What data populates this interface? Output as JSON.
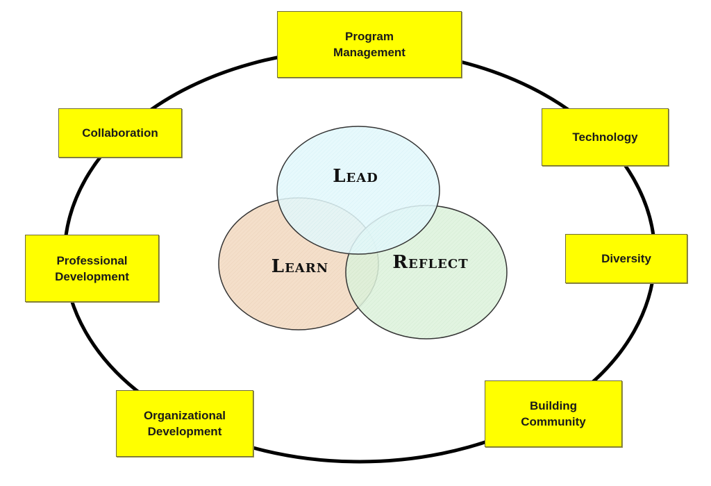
{
  "colors": {
    "box_fill": "#ffff00",
    "ring_stroke": "#000000",
    "lead_fill": "#e3f8fb",
    "learn_fill": "#f3dcc6",
    "reflect_fill": "#ddf2dc"
  },
  "venn": {
    "lead": "Lead",
    "learn": "Learn",
    "reflect": "Reflect"
  },
  "boxes": {
    "program_management": {
      "line1": "Program",
      "line2": "Management"
    },
    "collaboration": {
      "line1": "Collaboration"
    },
    "technology": {
      "line1": "Technology"
    },
    "professional_development": {
      "line1": "Professional",
      "line2": "Development"
    },
    "diversity": {
      "line1": "Diversity"
    },
    "organizational_development": {
      "line1": "Organizational",
      "line2": "Development"
    },
    "building_community": {
      "line1": "Building",
      "line2": "Community"
    }
  }
}
